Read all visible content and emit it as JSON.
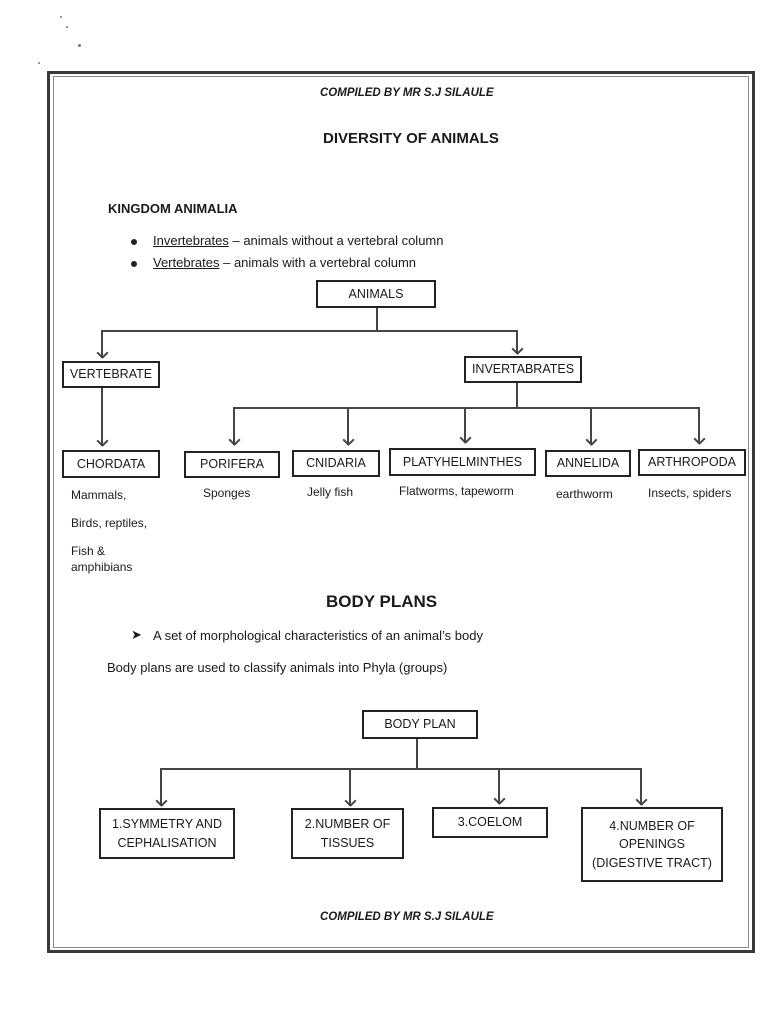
{
  "header": {
    "compiled": "COMPILED BY MR S.J SILAULE"
  },
  "title": "DIVERSITY OF ANIMALS",
  "kingdom": {
    "heading": "KINGDOM ANIMALIA",
    "bullets": [
      {
        "term": "Invertebrates",
        "rest": " – animals without a vertebral column"
      },
      {
        "term": "Vertebrates",
        "rest": " – animals with a vertebral column"
      }
    ]
  },
  "tree": {
    "root": "ANIMALS",
    "vertebrate": "VERTEBRATE",
    "invertebrates": "INVERTABRATES",
    "phyla": [
      {
        "name": "CHORDATA",
        "examples": [
          "Mammals,",
          "Birds, reptiles,",
          "Fish &",
          "amphibians"
        ]
      },
      {
        "name": "PORIFERA",
        "examples": [
          "Sponges"
        ]
      },
      {
        "name": "CNIDARIA",
        "examples": [
          "Jelly fish"
        ]
      },
      {
        "name": "PLATYHELMINTHES",
        "examples": [
          "Flatworms, tapeworm"
        ]
      },
      {
        "name": "ANNELIDA",
        "examples": [
          "earthworm"
        ]
      },
      {
        "name": "ARTHROPODA",
        "examples": [
          "Insects, spiders"
        ]
      }
    ]
  },
  "body_plans": {
    "heading": "BODY PLANS",
    "arrow_point": "A set of morphological characteristics of an animal’s body",
    "sentence": "Body plans are used to classify animals into Phyla (groups)",
    "root": "BODY PLAN",
    "children": [
      [
        "1.SYMMETRY AND",
        "CEPHALISATION"
      ],
      [
        "2.NUMBER OF",
        "TISSUES"
      ],
      [
        "3.COELOM"
      ],
      [
        "4.NUMBER OF",
        "OPENINGS",
        "(DIGESTIVE TRACT)"
      ]
    ]
  },
  "footer": {
    "compiled": "COMPILED BY MR S.J SILAULE"
  }
}
